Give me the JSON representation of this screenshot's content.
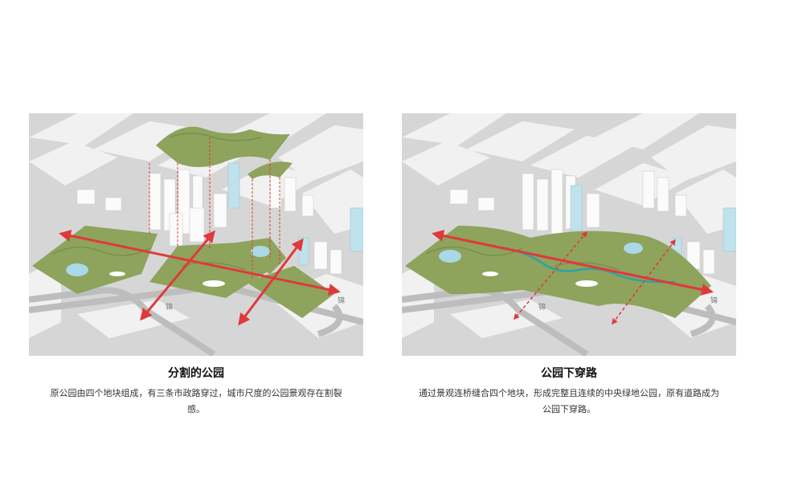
{
  "colors": {
    "background": "#ffffff",
    "map_base": "#d6d6d6",
    "block": "#f2f2f2",
    "building": "#fbfbfb",
    "park_green": "#8ea35c",
    "park_green_dark": "#6f8a43",
    "water": "#a9d8e6",
    "glass_tower": "#bfe2ec",
    "road_arrow": "#e0393b",
    "bridge": "#2aa3a8"
  },
  "panels": [
    {
      "id": "left",
      "title": "分割的公园",
      "description": "原公园由四个地块组成，有三条市政路穿过，城市尺度的公园景观存在割裂感。",
      "road_labels": [
        "锦",
        "锦"
      ]
    },
    {
      "id": "right",
      "title": "公园下穿路",
      "description": "通过景观连桥缝合四个地块，形成完整且连续的中央绿地公园，原有道路成为公园下穿路。",
      "road_labels": [
        "锦",
        "锦"
      ]
    }
  ]
}
